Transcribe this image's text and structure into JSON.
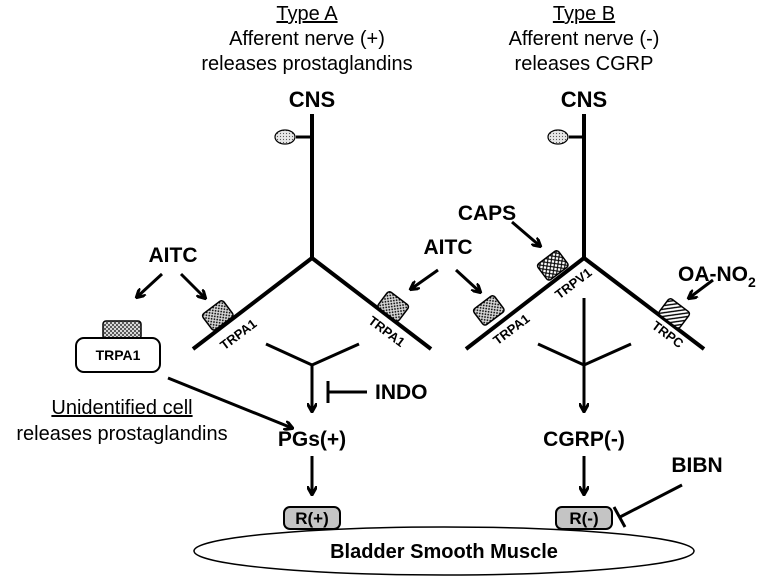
{
  "type_a": {
    "heading": "Type A",
    "line1": "Afferent nerve (+)",
    "line2": "releases prostaglandins",
    "cns": "CNS"
  },
  "type_b": {
    "heading": "Type B",
    "line1": "Afferent nerve (-)",
    "line2": "releases CGRP",
    "cns": "CNS"
  },
  "agents": {
    "aitc_left": "AITC",
    "aitc_mid": "AITC",
    "caps": "CAPS",
    "oa_no2_main": "OA-NO",
    "oa_no2_sub": "2",
    "indo": "INDO",
    "bibn": "BIBN"
  },
  "receptors": {
    "trpa1_cell": "TRPA1",
    "trpa1_a_left": "TRPA1",
    "trpa1_a_right": "TRPA1",
    "trpa1_b": "TRPA1",
    "trpv1": "TRPV1",
    "trpc": "TRPC"
  },
  "unidentified_cell": {
    "title": "Unidentified cell",
    "caption": "releases prostaglandins"
  },
  "mediators": {
    "pgs": "PGs(+)",
    "cgrp": "CGRP(-)"
  },
  "targets": {
    "r_plus": "R(+)",
    "r_minus": "R(-)",
    "bladder": "Bladder Smooth Muscle"
  }
}
